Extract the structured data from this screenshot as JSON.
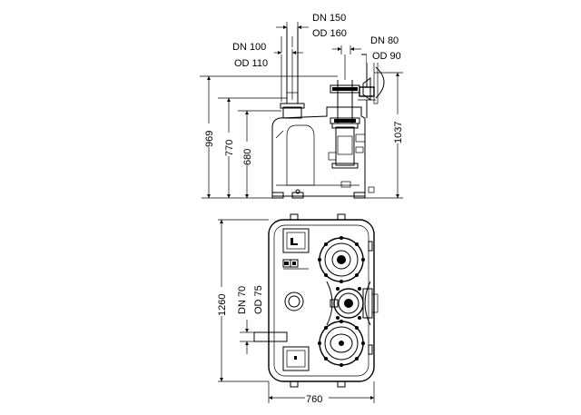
{
  "labels": {
    "dn150": "DN 150",
    "od160": "OD 160",
    "dn100": "DN 100",
    "od110": "OD 110",
    "dn80": "DN 80",
    "od90": "OD 90",
    "h969": "969",
    "h770": "770",
    "h680": "680",
    "h1037": "1037",
    "d1260": "1260",
    "dn70": "DN 70",
    "od75": "OD 75",
    "w760": "760"
  }
}
